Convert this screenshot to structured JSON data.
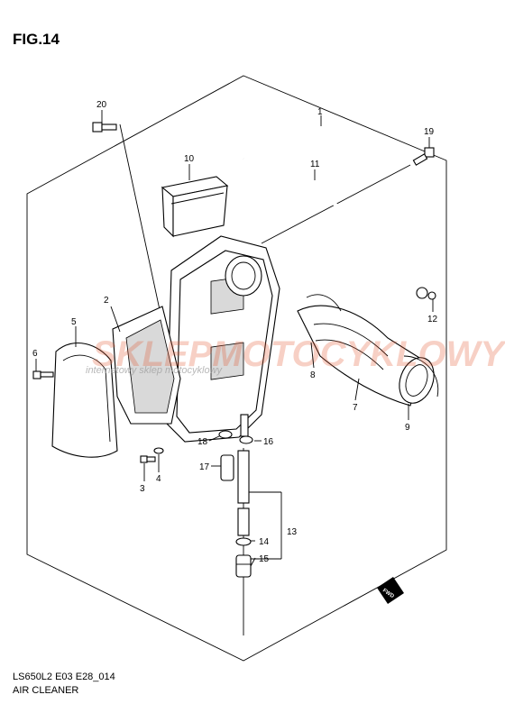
{
  "figure_title": "FIG.14",
  "model_code": "LS650L2 E03 E28_014",
  "section_name": "AIR CLEANER",
  "watermark": {
    "main": "SKLEPMOTOCYKLOWY",
    "sub": "internetowy sklep motocyklowy"
  },
  "callouts": [
    "1",
    "2",
    "3",
    "4",
    "5",
    "6",
    "7",
    "8",
    "9",
    "10",
    "11",
    "12",
    "13",
    "14",
    "15",
    "16",
    "17",
    "18",
    "19",
    "20"
  ],
  "fwd_label": "FWD",
  "colors": {
    "line": "#000000",
    "watermark": "#e4572e",
    "watermark_sub": "#9a9a9a"
  }
}
